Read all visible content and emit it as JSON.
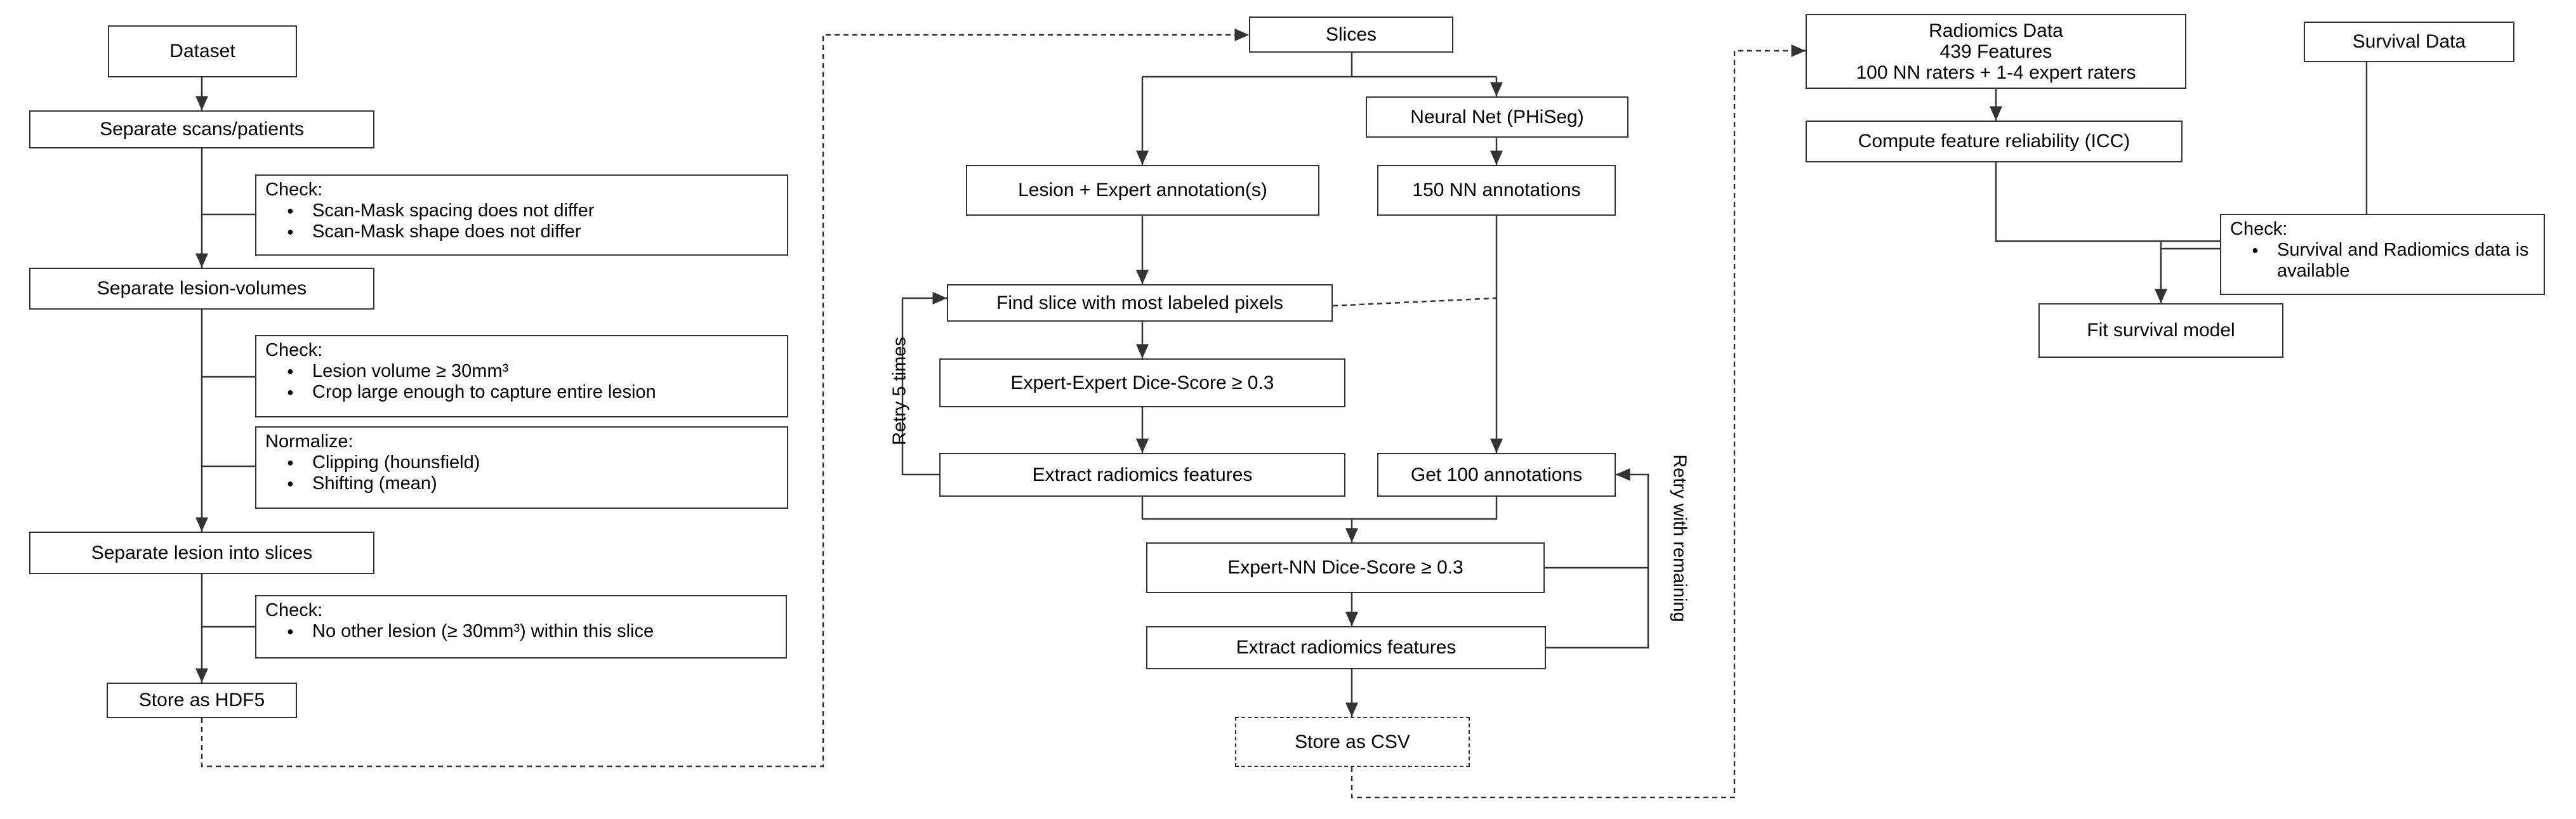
{
  "left": {
    "dataset": "Dataset",
    "separate_scans": "Separate scans/patients",
    "check1": {
      "head": "Check:",
      "items": [
        "Scan-Mask spacing does not differ",
        "Scan-Mask shape does not differ"
      ]
    },
    "separate_lesion_volumes": "Separate lesion-volumes",
    "check2": {
      "head": "Check:",
      "items": [
        "Lesion volume ≥ 30mm³",
        "Crop large enough to capture entire lesion"
      ]
    },
    "normalize": {
      "head": "Normalize:",
      "items": [
        "Clipping (hounsfield)",
        "Shifting (mean)"
      ]
    },
    "separate_slices": "Separate lesion into slices",
    "check3": {
      "head": "Check:",
      "items": [
        "No other lesion (≥ 30mm³) within this slice"
      ]
    },
    "store_hdf5": "Store as HDF5"
  },
  "middle": {
    "slices": "Slices",
    "neural_net": "Neural Net (PHiSeg)",
    "lesion_expert": "Lesion + Expert annotation(s)",
    "nn_150": "150 NN annotations",
    "find_slice": "Find slice with most labeled pixels",
    "expert_expert": "Expert-Expert Dice-Score ≥ 0.3",
    "extract1": "Extract radiomics features",
    "get_100": "Get 100 annotations",
    "expert_nn": "Expert-NN Dice-Score ≥ 0.3",
    "extract2": "Extract radiomics features",
    "store_csv": "Store as CSV",
    "retry5": "Retry 5 times",
    "retry_remaining": "Retry with remaining"
  },
  "right": {
    "radiomics": [
      "Radiomics Data",
      "439 Features",
      "100 NN raters + 1-4 expert raters"
    ],
    "survival_data": "Survival Data",
    "compute_icc": "Compute feature reliability (ICC)",
    "check4": {
      "head": "Check:",
      "items": [
        "Survival and Radiomics data is available"
      ]
    },
    "fit_model": "Fit survival model"
  },
  "colors": {
    "line": "#333333",
    "background": "#ffffff"
  }
}
